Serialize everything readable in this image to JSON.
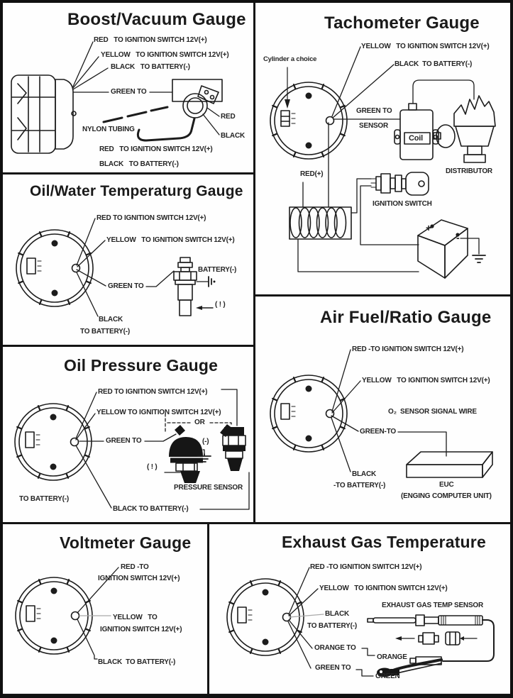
{
  "colors": {
    "ink": "#1c1c1c",
    "panel_border": "#141414",
    "background": "#ffffff"
  },
  "panels": {
    "boost": {
      "title": "Boost/Vacuum Gauge",
      "red_top": "RED   TO IGNITION SWITCH 12V(+)",
      "yellow": "YELLOW   TO IGNITION SWITCH 12V(+)",
      "black": "BLACK   TO BATTERY(-)",
      "green": "GREEN TO",
      "nylon": "NYLON TUBING",
      "red_wire": "RED",
      "black_wire": "BLACK",
      "red_bottom": "RED   TO IGNITION SWITCH 12V(+)",
      "black_bottom": "BLACK   TO BATTERY(-)"
    },
    "tach": {
      "title": "Tachometer Gauge",
      "cylinder": "Cylinder a choice",
      "yellow": "YELLOW   TO IGNITION SWITCH 12V(+)",
      "black": "BLACK  TO BATTERY(-)",
      "green_line1": "GREEN TO",
      "green_line2": "SENSOR",
      "red": "RED(+)",
      "coil": "Coil",
      "distributor": "DISTRIBUTOR",
      "ignition": "IGNITION SWITCH",
      "battery_plus": "+",
      "battery_minus": "-"
    },
    "oil_temp": {
      "title": "Oil/Water Temperaturg Gauge",
      "red": "RED TO IGNITION SWITCH 12V(+)",
      "yellow": "YELLOW   TO IGNITION SWITCH 12V(+)",
      "green": "GREEN TO",
      "black_line1": "BLACK",
      "black_line2": "TO BATTERY(-)",
      "battery": "BATTERY(-)",
      "ground": "( ! )"
    },
    "oil_pressure": {
      "title": "Oil Pressure Gauge",
      "red": "RED TO IGNITION SWITCH 12V(+)",
      "yellow": "YELLOW TO IGNITION SWITCH 12V(+)",
      "or": "OR",
      "green": "GREEN TO",
      "minus": "(-)",
      "ground": "( ! )",
      "to_battery": "TO BATTERY(-)",
      "sensor": "PRESSURE SENSOR",
      "black": "BLACK TO BATTERY(-)"
    },
    "air_fuel": {
      "title": "Air Fuel/Ratio Gauge",
      "red": "RED -TO IGNITION SWITCH 12V(+)",
      "yellow": "YELLOW   TO IGNITION SWITCH 12V(+)",
      "o2": "O₂  SENSOR SIGNAL WIRE",
      "green": "GREEN-TO",
      "black_line1": "BLACK",
      "black_line2": "-TO BATTERY(-)",
      "euc": "EUC",
      "euc_sub": "(ENGING COMPUTER UNIT)"
    },
    "voltmeter": {
      "title": "Voltmeter Gauge",
      "red_line1": "RED -TO",
      "red_line2": "IGNITION SWITCH 12V(+)",
      "yellow_line1": "YELLOW   TO",
      "yellow_line2": "IGNITION SWITCH 12V(+)",
      "black": "BLACK  TO BATTERY(-)"
    },
    "exhaust": {
      "title": "Exhaust Gas Temperature",
      "red": "RED -TO IGNITION SWITCH 12V(+)",
      "yellow": "YELLOW   TO IGNITION SWITCH 12V(+)",
      "black_line1": "BLACK",
      "black_line2": "TO BATTERY(-)",
      "sensor": "EXHAUST GAS TEMP SENSOR",
      "orange_to": "ORANGE TO",
      "orange": "ORANGE",
      "green_to": "GREEN TO",
      "green": "GREEN"
    }
  }
}
